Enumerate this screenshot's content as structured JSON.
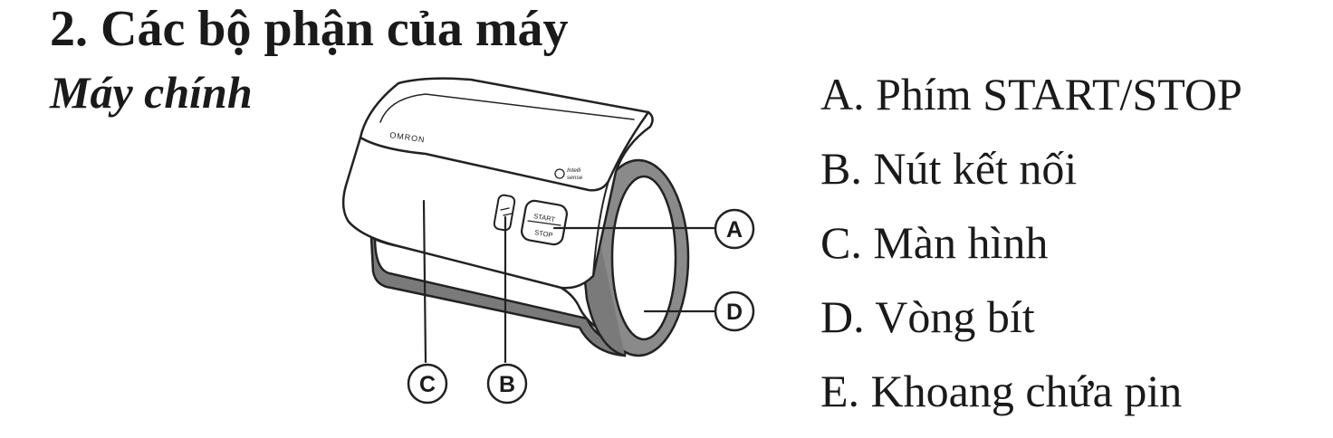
{
  "heading": {
    "title": "2. Các bộ phận của máy",
    "subtitle": "Máy chính"
  },
  "device": {
    "brand": "OMRON",
    "start_label": "START",
    "stop_label": "STOP",
    "logo_line1": "Intelli",
    "logo_line2": "sense"
  },
  "callouts": {
    "a": "A",
    "b": "B",
    "c": "C",
    "d": "D"
  },
  "parts": [
    "A. Phím START/STOP",
    "B. Nút kết nối",
    "C. Màn hình",
    "D. Vòng bít",
    "E. Khoang chứa pin"
  ]
}
